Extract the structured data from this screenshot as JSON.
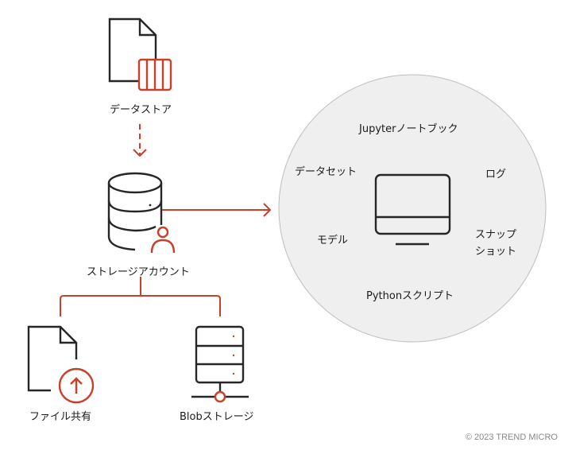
{
  "colors": {
    "accent": "#c8402a",
    "stroke": "#262626",
    "circle_fill": "#efefef",
    "circle_stroke": "#bdbdbd"
  },
  "nodes": {
    "datastore": {
      "label": "データストア",
      "icon": "document-with-storage-icon"
    },
    "storage_account": {
      "label": "ストレージアカウント",
      "icon": "database-with-user-icon"
    },
    "file_share": {
      "label": "ファイル共有",
      "icon": "document-upload-icon"
    },
    "blob_storage": {
      "label": "Blobストレージ",
      "icon": "server-network-icon"
    }
  },
  "workspace": {
    "icon": "monitor-icon",
    "items": {
      "jupyter": "Jupyterノートブック",
      "dataset": "データセット",
      "log": "ログ",
      "model": "モデル",
      "snapshot_line1": "スナップ",
      "snapshot_line2": "ショット",
      "python": "Pythonスクリプト"
    }
  },
  "footer": {
    "copyright": "© 2023 TREND MICRO"
  }
}
